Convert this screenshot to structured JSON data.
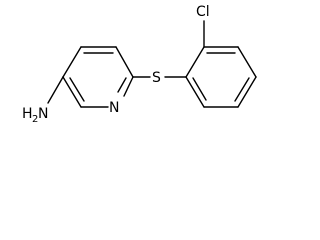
{
  "molecule": {
    "atoms": {
      "cl": "Cl",
      "s": "S",
      "n": "N",
      "amine_h": "H",
      "amine_sub": "2",
      "amine_n": "N"
    },
    "colors": {
      "bond": "#000000",
      "label": "#000000",
      "background": "#ffffff"
    }
  }
}
